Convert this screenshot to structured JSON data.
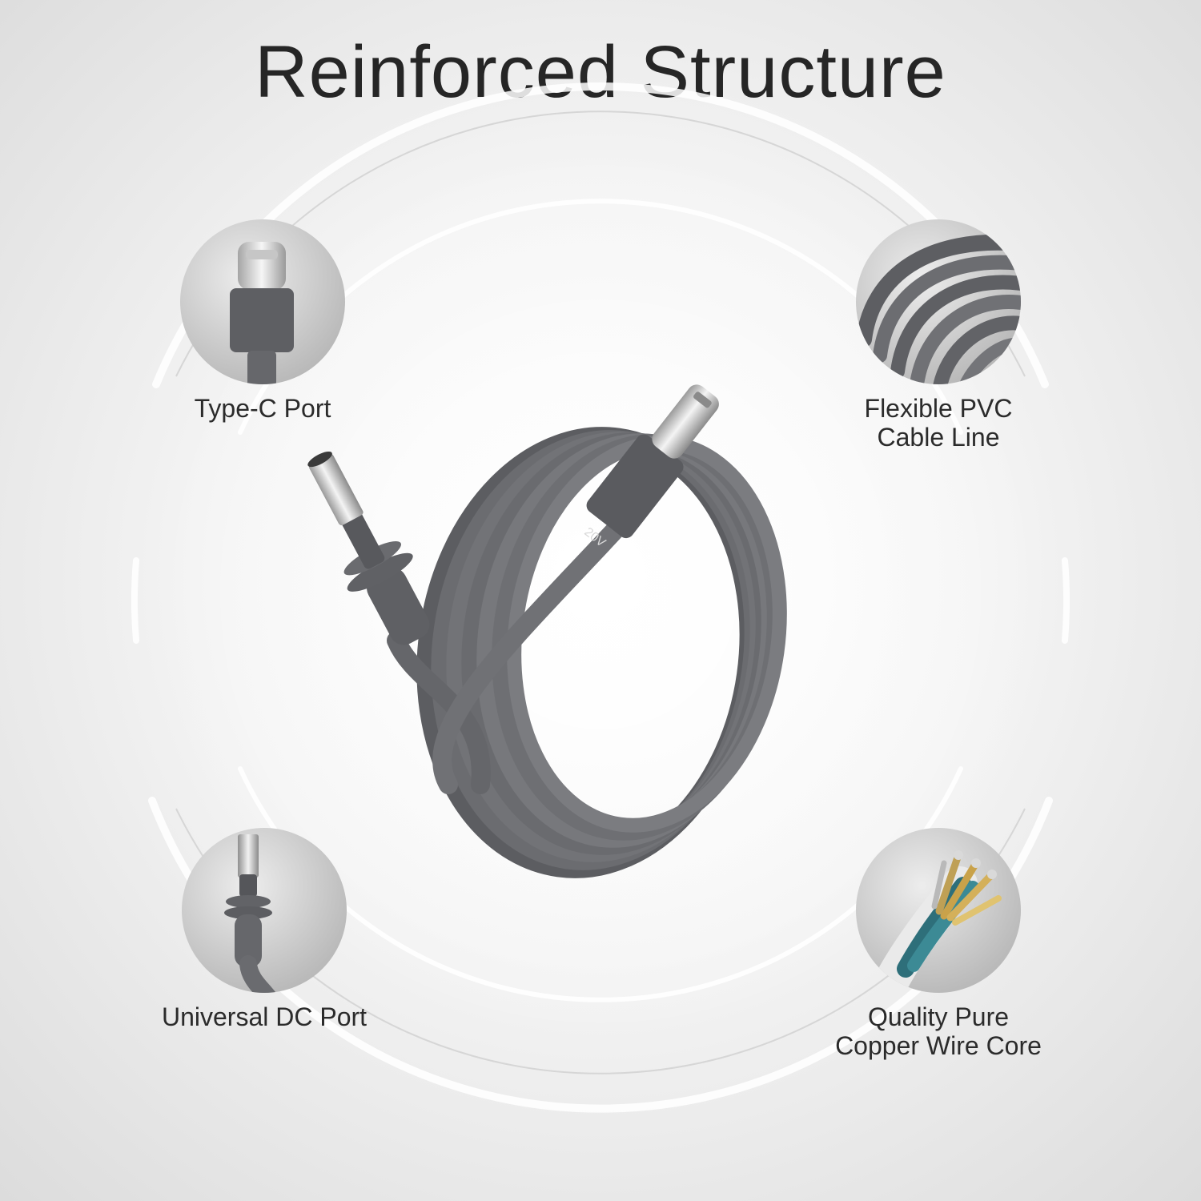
{
  "title": "Reinforced Structure",
  "features": {
    "type_c": {
      "label": "Type-C Port",
      "icon": "usb-c-connector-icon"
    },
    "pvc": {
      "label": "Flexible PVC\nCable Line",
      "icon": "coiled-cable-icon"
    },
    "dc": {
      "label": "Universal DC Port",
      "icon": "dc-barrel-connector-icon"
    },
    "copper": {
      "label": "Quality Pure\nCopper Wire Core",
      "icon": "copper-wire-core-icon"
    }
  },
  "cable_print": "20V",
  "colors": {
    "cable": "#6b6b6f",
    "cable_dark": "#55565a",
    "copper": "#c9a24a",
    "ring": "#ffffff"
  }
}
